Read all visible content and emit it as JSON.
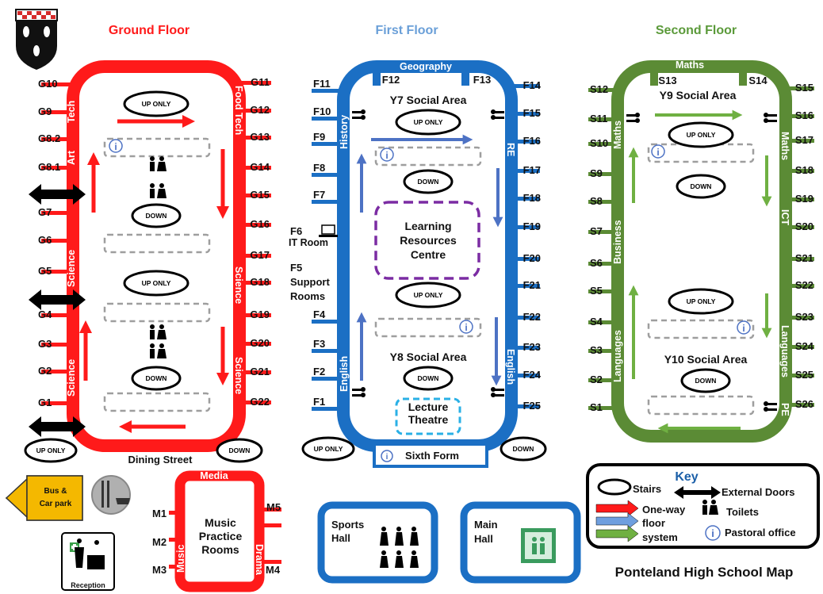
{
  "map_title": "Ponteland High School Map",
  "colors": {
    "ground": "#ff1a1a",
    "first": "#1b6fc4",
    "second": "#5b8b35",
    "grey_dash": "#9e9e9e",
    "lrc": "#7b2ca3",
    "lecture": "#2ab0e6",
    "bus": "#f4b800",
    "assembly": "#3a9b5e"
  },
  "floors": {
    "ground": {
      "title": "Ground Floor",
      "left_rooms": [
        "G10",
        "G9",
        "G8.2",
        "G8.1",
        "G7",
        "G6",
        "G5",
        "G4",
        "G3",
        "G2",
        "G1"
      ],
      "right_rooms": [
        "G11",
        "G12",
        "G13",
        "G14",
        "G15",
        "G16",
        "G17",
        "G18",
        "G19",
        "G20",
        "G21",
        "G22"
      ],
      "sections": [
        "Tech",
        "Art",
        "Science",
        "Science",
        "Food Tech",
        "Science",
        "Science"
      ],
      "stairs": [
        "UP ONLY",
        "DOWN",
        "UP ONLY",
        "DOWN",
        "UP ONLY",
        "DOWN"
      ],
      "street": "Dining Street"
    },
    "first": {
      "title": "First Floor",
      "left_rooms": [
        "F11",
        "F10",
        "F9",
        "F8",
        "F7",
        "F6",
        "F5",
        "F4",
        "F3",
        "F2",
        "F1"
      ],
      "right_rooms": [
        "F14",
        "F15",
        "F16",
        "F17",
        "F18",
        "F19",
        "F20",
        "F21",
        "F22",
        "F23",
        "F24",
        "F25"
      ],
      "top_rooms": [
        "F12",
        "F13"
      ],
      "extra_labels": [
        "IT Room",
        "Support",
        "Rooms"
      ],
      "sections": [
        "Geography",
        "History",
        "RE",
        "English",
        "English"
      ],
      "social": [
        "Y7 Social Area",
        "Y8 Social Area"
      ],
      "lrc": [
        "Learning",
        "Resources",
        "Centre"
      ],
      "lecture": [
        "Lecture",
        "Theatre"
      ],
      "sixth_form": "Sixth Form",
      "stairs": [
        "UP ONLY",
        "DOWN",
        "UP ONLY",
        "DOWN",
        "UP ONLY",
        "DOWN"
      ]
    },
    "second": {
      "title": "Second Floor",
      "left_rooms": [
        "S12",
        "S11",
        "S10",
        "S9",
        "S8",
        "S7",
        "S6",
        "S5",
        "S4",
        "S3",
        "S2",
        "S1"
      ],
      "right_rooms": [
        "S15",
        "S16",
        "S17",
        "S18",
        "S19",
        "S20",
        "S21",
        "S22",
        "S23",
        "S24",
        "S25",
        "S26"
      ],
      "top_rooms": [
        "S13",
        "S14"
      ],
      "sections": [
        "Maths",
        "Maths",
        "Business",
        "Languages",
        "Maths",
        "ICT",
        "Languages",
        "PE"
      ],
      "social": [
        "Y9 Social Area",
        "Y10 Social Area"
      ],
      "stairs": [
        "UP ONLY",
        "DOWN",
        "UP ONLY",
        "DOWN"
      ]
    }
  },
  "annex": {
    "media": "Media",
    "music_rooms": [
      "Music",
      "Practice",
      "Rooms"
    ],
    "music": "Music",
    "drama": "Drama",
    "rooms": [
      "M1",
      "M2",
      "M3",
      "M4",
      "M5"
    ],
    "bus": [
      "Bus &",
      "Car park"
    ],
    "reception": "Reception",
    "sports_hall": [
      "Sports",
      "Hall"
    ],
    "main_hall": [
      "Main",
      "Hall"
    ]
  },
  "key": {
    "title": "Key",
    "stairs": "Stairs",
    "doors": "External Doors",
    "oneway": [
      "One-way",
      "floor",
      "system"
    ],
    "toilets": "Toilets",
    "pastoral": "Pastoral office"
  }
}
